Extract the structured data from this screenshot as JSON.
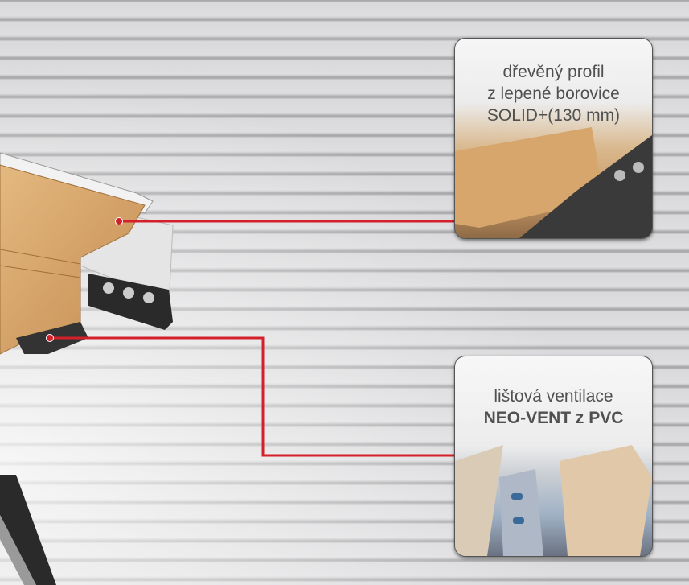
{
  "callouts": [
    {
      "line1": "dřevěný profil",
      "line2": "z lepené borovice",
      "line3": "SOLID+(130 mm)"
    },
    {
      "line1": "lištová ventilace",
      "line2": "NEO-VENT z PVC"
    }
  ],
  "colors": {
    "leader_line": "#d4202a",
    "wood": "#d9a96c",
    "background": "#dcdcde"
  }
}
